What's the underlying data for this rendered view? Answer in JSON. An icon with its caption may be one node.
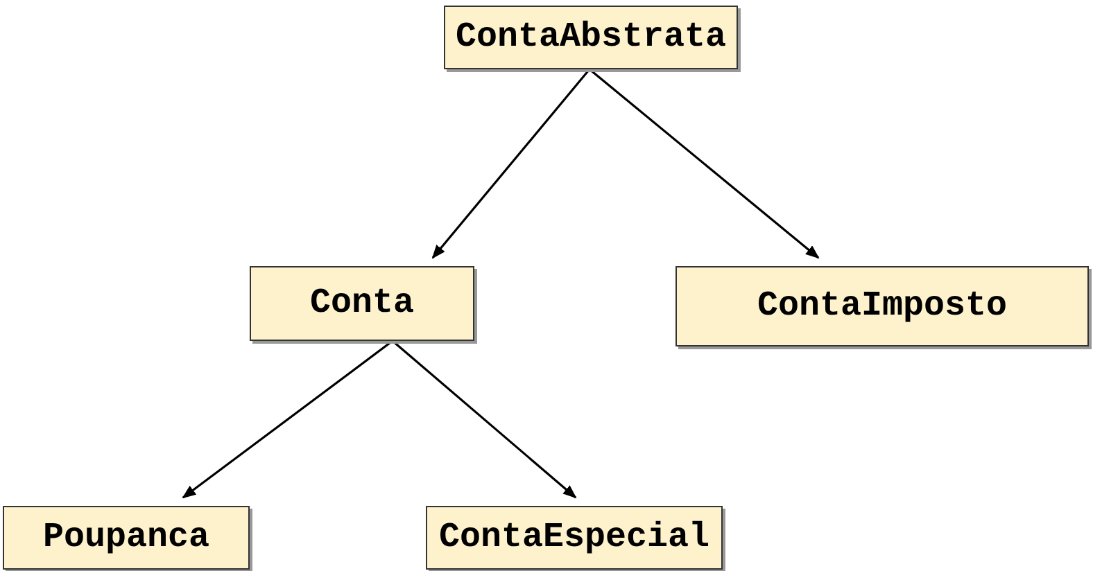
{
  "diagram": {
    "nodes": [
      {
        "text": [
          "ContaAbstrata"
        ]
      },
      {
        "text": [
          "Conta"
        ]
      },
      {
        "text": [
          "ContaImposto"
        ]
      },
      {
        "text": [
          "Poupanca"
        ]
      },
      {
        "text": [
          "ContaEspecial"
        ]
      }
    ],
    "edges": [
      {
        "from": 0,
        "to": 1,
        "arrow": "to"
      },
      {
        "from": 0,
        "to": 2,
        "arrow": "to"
      },
      {
        "from": 1,
        "to": 3,
        "arrow": "to"
      },
      {
        "from": 1,
        "to": 4,
        "arrow": "to"
      }
    ]
  }
}
